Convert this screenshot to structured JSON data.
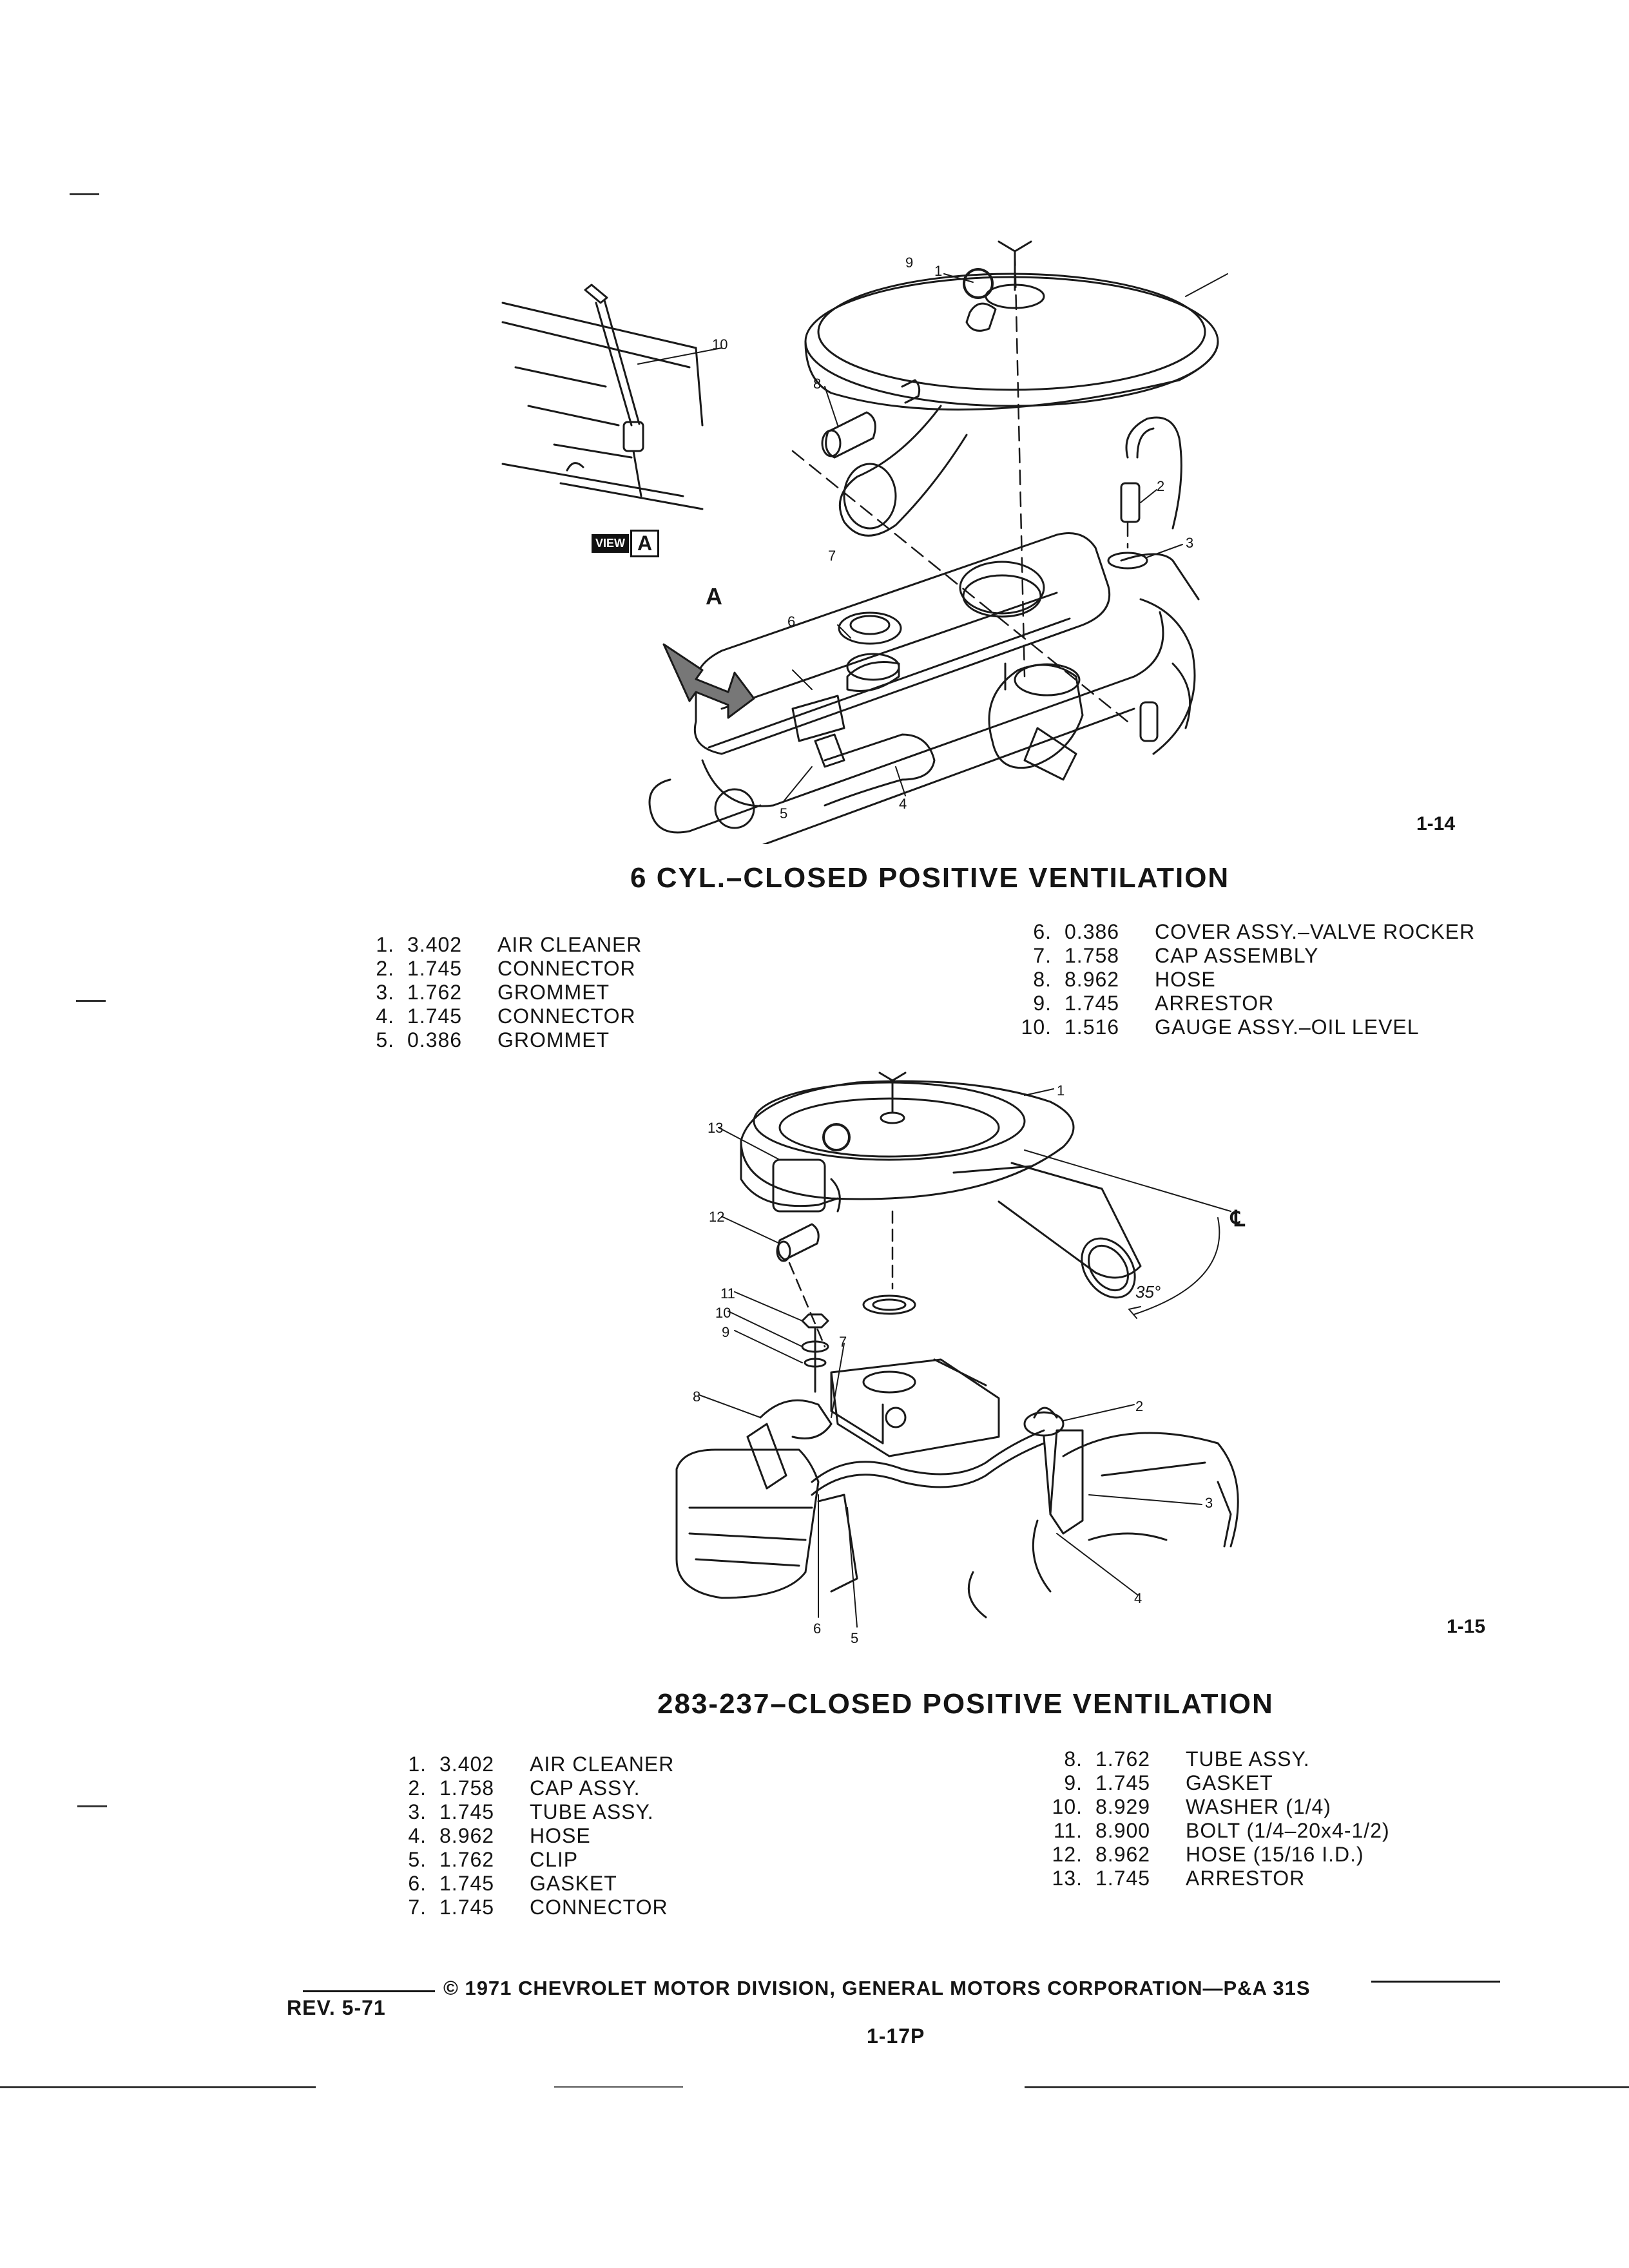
{
  "figure1": {
    "number": "1-14",
    "title": "6 CYL.–CLOSED POSITIVE VENTILATION",
    "view_label": "VIEW",
    "view_letter": "A",
    "arrow_letter": "A",
    "callouts": [
      "1",
      "2",
      "3",
      "4",
      "5",
      "6",
      "7",
      "8",
      "9",
      "10"
    ],
    "parts_left": [
      {
        "num": "1.",
        "code": "3.402",
        "desc": "AIR CLEANER"
      },
      {
        "num": "2.",
        "code": "1.745",
        "desc": "CONNECTOR"
      },
      {
        "num": "3.",
        "code": "1.762",
        "desc": "GROMMET"
      },
      {
        "num": "4.",
        "code": "1.745",
        "desc": "CONNECTOR"
      },
      {
        "num": "5.",
        "code": "0.386",
        "desc": "GROMMET"
      }
    ],
    "parts_right": [
      {
        "num": "6.",
        "code": "0.386",
        "desc": "COVER ASSY.–VALVE ROCKER"
      },
      {
        "num": "7.",
        "code": "1.758",
        "desc": "CAP ASSEMBLY"
      },
      {
        "num": "8.",
        "code": "8.962",
        "desc": "HOSE"
      },
      {
        "num": "9.",
        "code": "1.745",
        "desc": "ARRESTOR"
      },
      {
        "num": "10.",
        "code": "1.516",
        "desc": "GAUGE ASSY.–OIL LEVEL"
      }
    ]
  },
  "figure2": {
    "number": "1-15",
    "title": "283-237–CLOSED POSITIVE VENTILATION",
    "angle_label": "35°",
    "centerline_label": "℄",
    "callouts": [
      "1",
      "2",
      "3",
      "4",
      "5",
      "6",
      "7",
      "8",
      "9",
      "10",
      "11",
      "12",
      "13"
    ],
    "parts_left": [
      {
        "num": "1.",
        "code": "3.402",
        "desc": "AIR CLEANER"
      },
      {
        "num": "2.",
        "code": "1.758",
        "desc": "CAP ASSY."
      },
      {
        "num": "3.",
        "code": "1.745",
        "desc": "TUBE ASSY."
      },
      {
        "num": "4.",
        "code": "8.962",
        "desc": "HOSE"
      },
      {
        "num": "5.",
        "code": "1.762",
        "desc": "CLIP"
      },
      {
        "num": "6.",
        "code": "1.745",
        "desc": "GASKET"
      },
      {
        "num": "7.",
        "code": "1.745",
        "desc": "CONNECTOR"
      }
    ],
    "parts_right": [
      {
        "num": "8.",
        "code": "1.762",
        "desc": "TUBE ASSY."
      },
      {
        "num": "9.",
        "code": "1.745",
        "desc": "GASKET"
      },
      {
        "num": "10.",
        "code": "8.929",
        "desc": "WASHER (1/4)"
      },
      {
        "num": "11.",
        "code": "8.900",
        "desc": "BOLT (1/4–20x4-1/2)"
      },
      {
        "num": "12.",
        "code": "8.962",
        "desc": "HOSE (15/16 I.D.)"
      },
      {
        "num": "13.",
        "code": "1.745",
        "desc": "ARRESTOR"
      }
    ]
  },
  "footer": {
    "copyright": "© 1971 CHEVROLET MOTOR DIVISION, GENERAL MOTORS CORPORATION—P&A 31S",
    "revision": "REV. 5-71",
    "page_number": "1-17P"
  }
}
